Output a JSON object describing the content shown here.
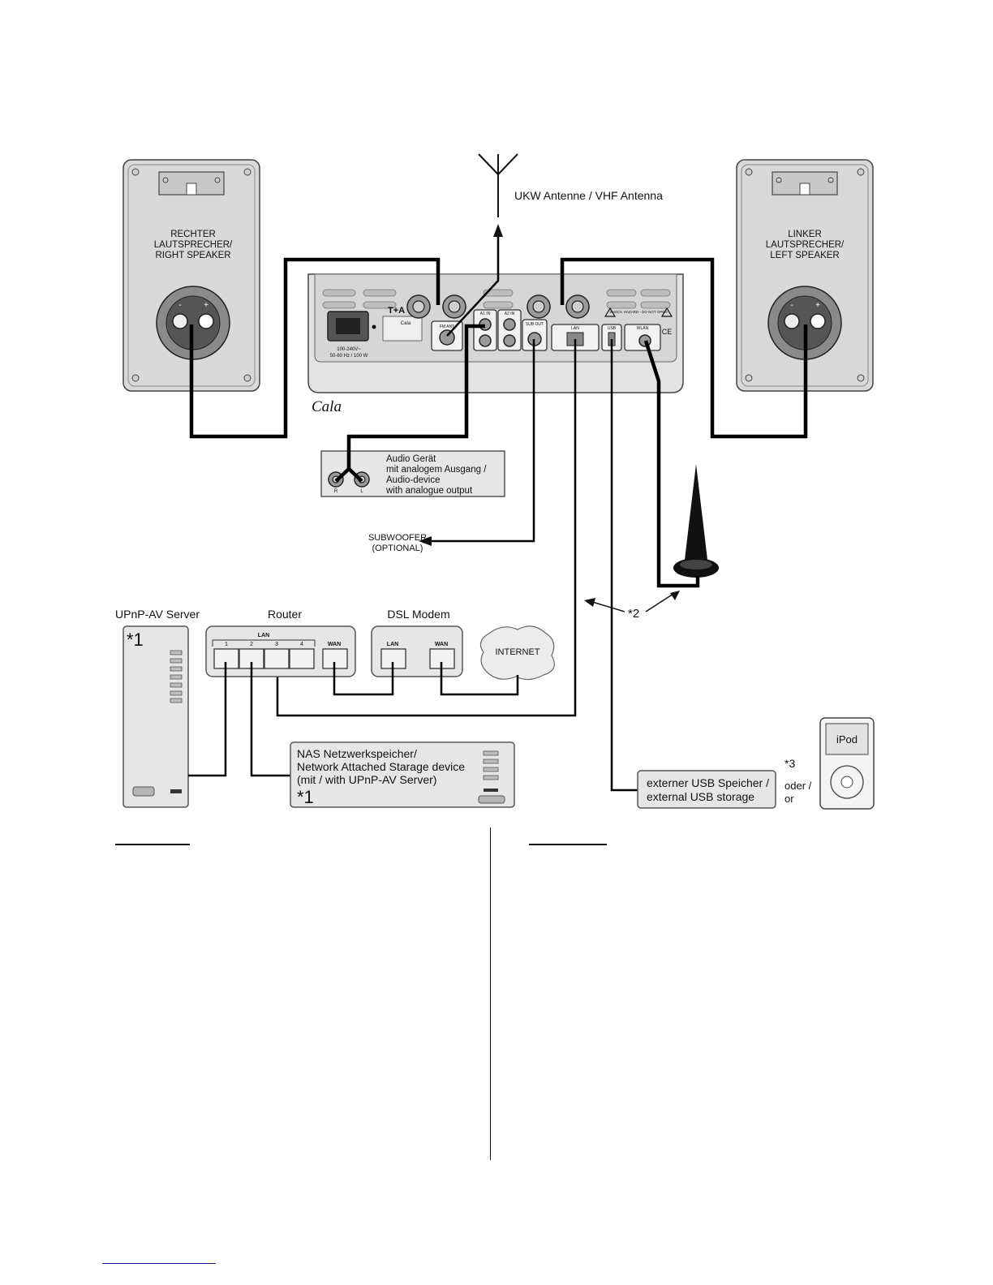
{
  "labels": {
    "antenna": "UKW Antenne / VHF Antenna",
    "right_speaker": [
      "RECHTER",
      "LAUTSPRECHER/",
      "RIGHT SPEAKER"
    ],
    "left_speaker": [
      "LINKER",
      "LAUTSPRECHER/",
      "LEFT SPEAKER"
    ],
    "audio_device": [
      "Audio Gerät",
      "mit analogem Ausgang /",
      "Audio-device",
      "with analogue output"
    ],
    "audio_ports": [
      "R",
      "L"
    ],
    "subwoofer": [
      "SUBWOOFER",
      "(OPTIONAL)"
    ],
    "upnp_server": "UPnP-AV Server",
    "router": "Router",
    "dsl_modem": "DSL Modem",
    "internet": "INTERNET",
    "router_lan": "LAN",
    "router_ports": [
      "1",
      "2",
      "3",
      "4"
    ],
    "wan": "WAN",
    "modem_lan": "LAN",
    "modem_wan": "WAN",
    "nas": [
      "NAS Netzwerkspeicher/",
      "Network Attached Starage device",
      "(mit / with UPnP-AV Server)"
    ],
    "usb_storage": [
      "externer USB Speicher /",
      "external USB storage"
    ],
    "note1": "*1",
    "note2": "*2",
    "note3": "*3",
    "oder": "oder /",
    "or": "or",
    "ipod": "iPod",
    "cala": "Cala"
  },
  "device_panel": {
    "brand": "T+A",
    "model": "Cala",
    "mains": "100-240V~",
    "mains_spec": "50-60 Hz / 100 W",
    "fm_ant": "FM ANT",
    "a1_in": "A1 IN",
    "a2_in": "A2 IN",
    "sub_out": "SUB OUT",
    "lan": "LAN",
    "usb": "USB",
    "wlan": "WLAN",
    "warning": "SHOCK HAZARD - DO NOT OPEN",
    "ce": "CE"
  }
}
